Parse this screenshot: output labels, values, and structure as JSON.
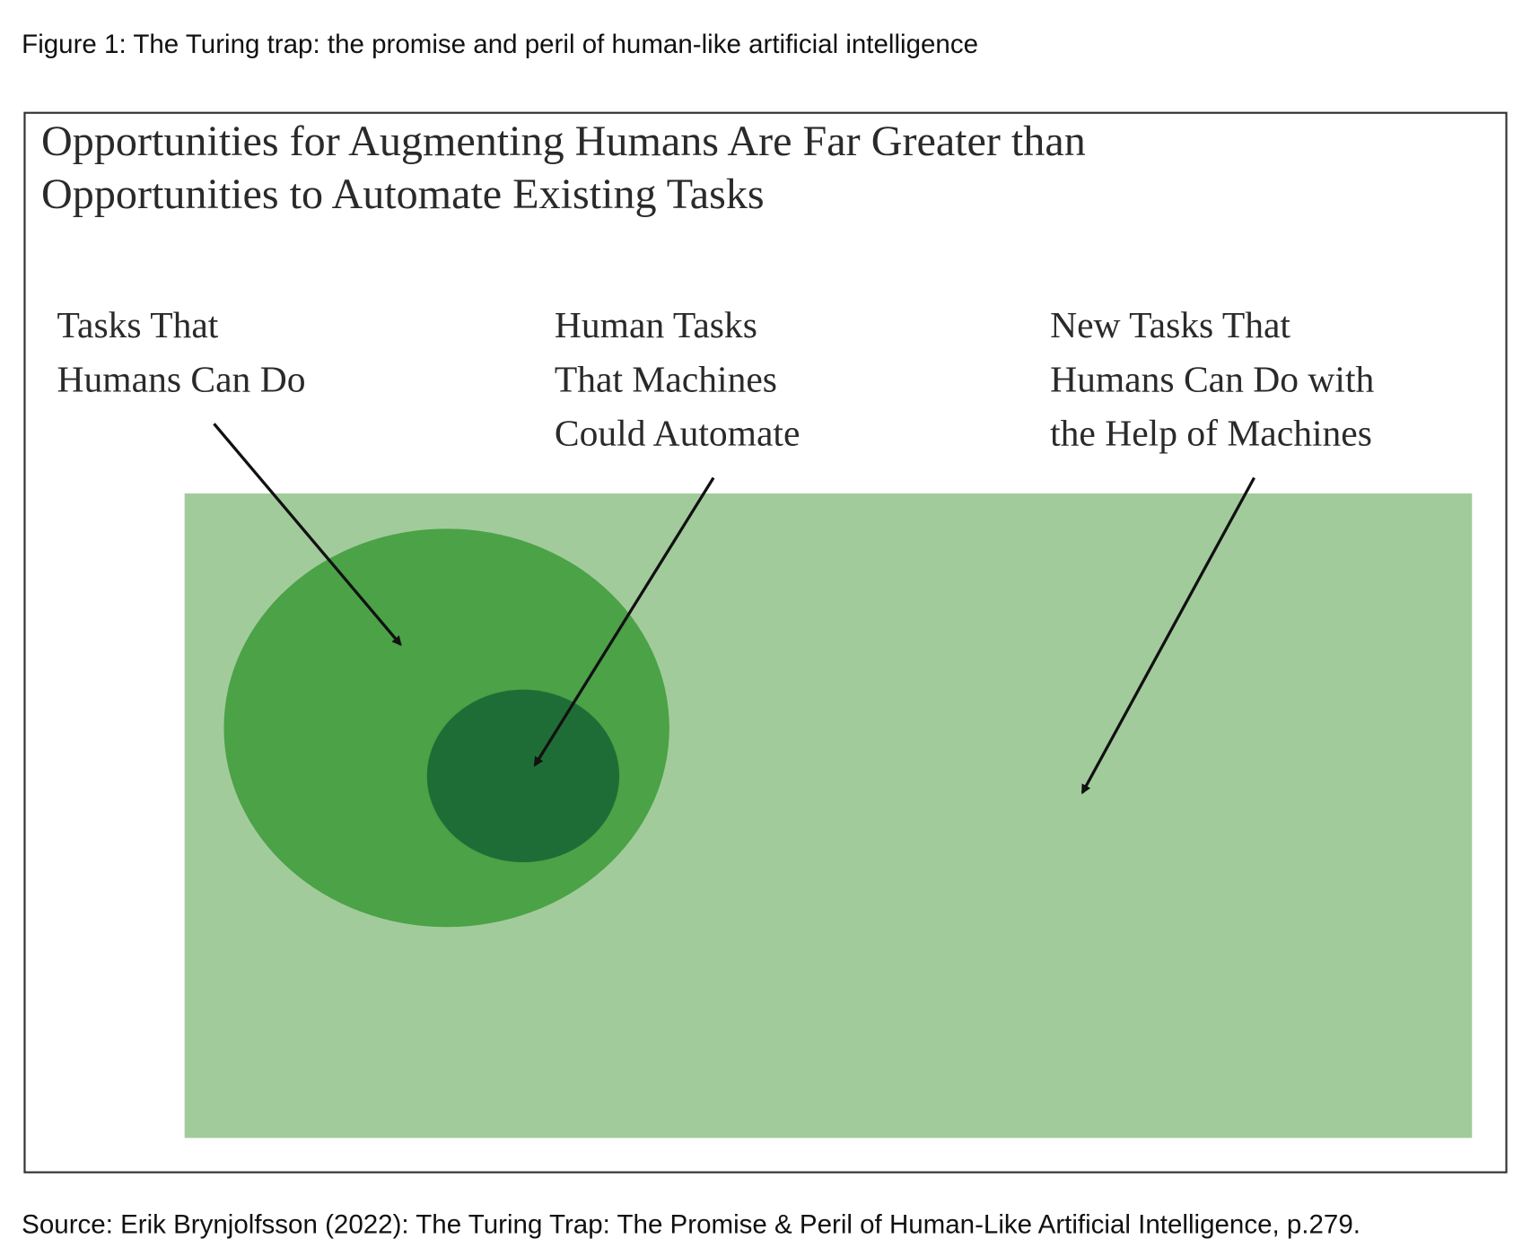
{
  "caption": "Figure 1: The Turing trap: the promise and peril of human-like artificial intelligence",
  "figure": {
    "title_lines": [
      "Opportunities for Augmenting Humans Are Far Greater than",
      "Opportunities to Automate Existing Tasks"
    ],
    "labels": [
      {
        "lines": [
          "Tasks That",
          "Humans Can Do"
        ]
      },
      {
        "lines": [
          "Human Tasks",
          "That Machines",
          "Could Automate"
        ]
      },
      {
        "lines": [
          "New Tasks That",
          "Humans Can Do with",
          "the Help of Machines"
        ]
      }
    ],
    "colors": {
      "new_tasks": "#a2cb9b",
      "human_tasks": "#4ba247",
      "automatable": "#1f6d36"
    }
  },
  "source": "Source: Erik Brynjolfsson (2022): The Turing Trap: The Promise & Peril of Human-Like Artificial Intelligence, p.279."
}
